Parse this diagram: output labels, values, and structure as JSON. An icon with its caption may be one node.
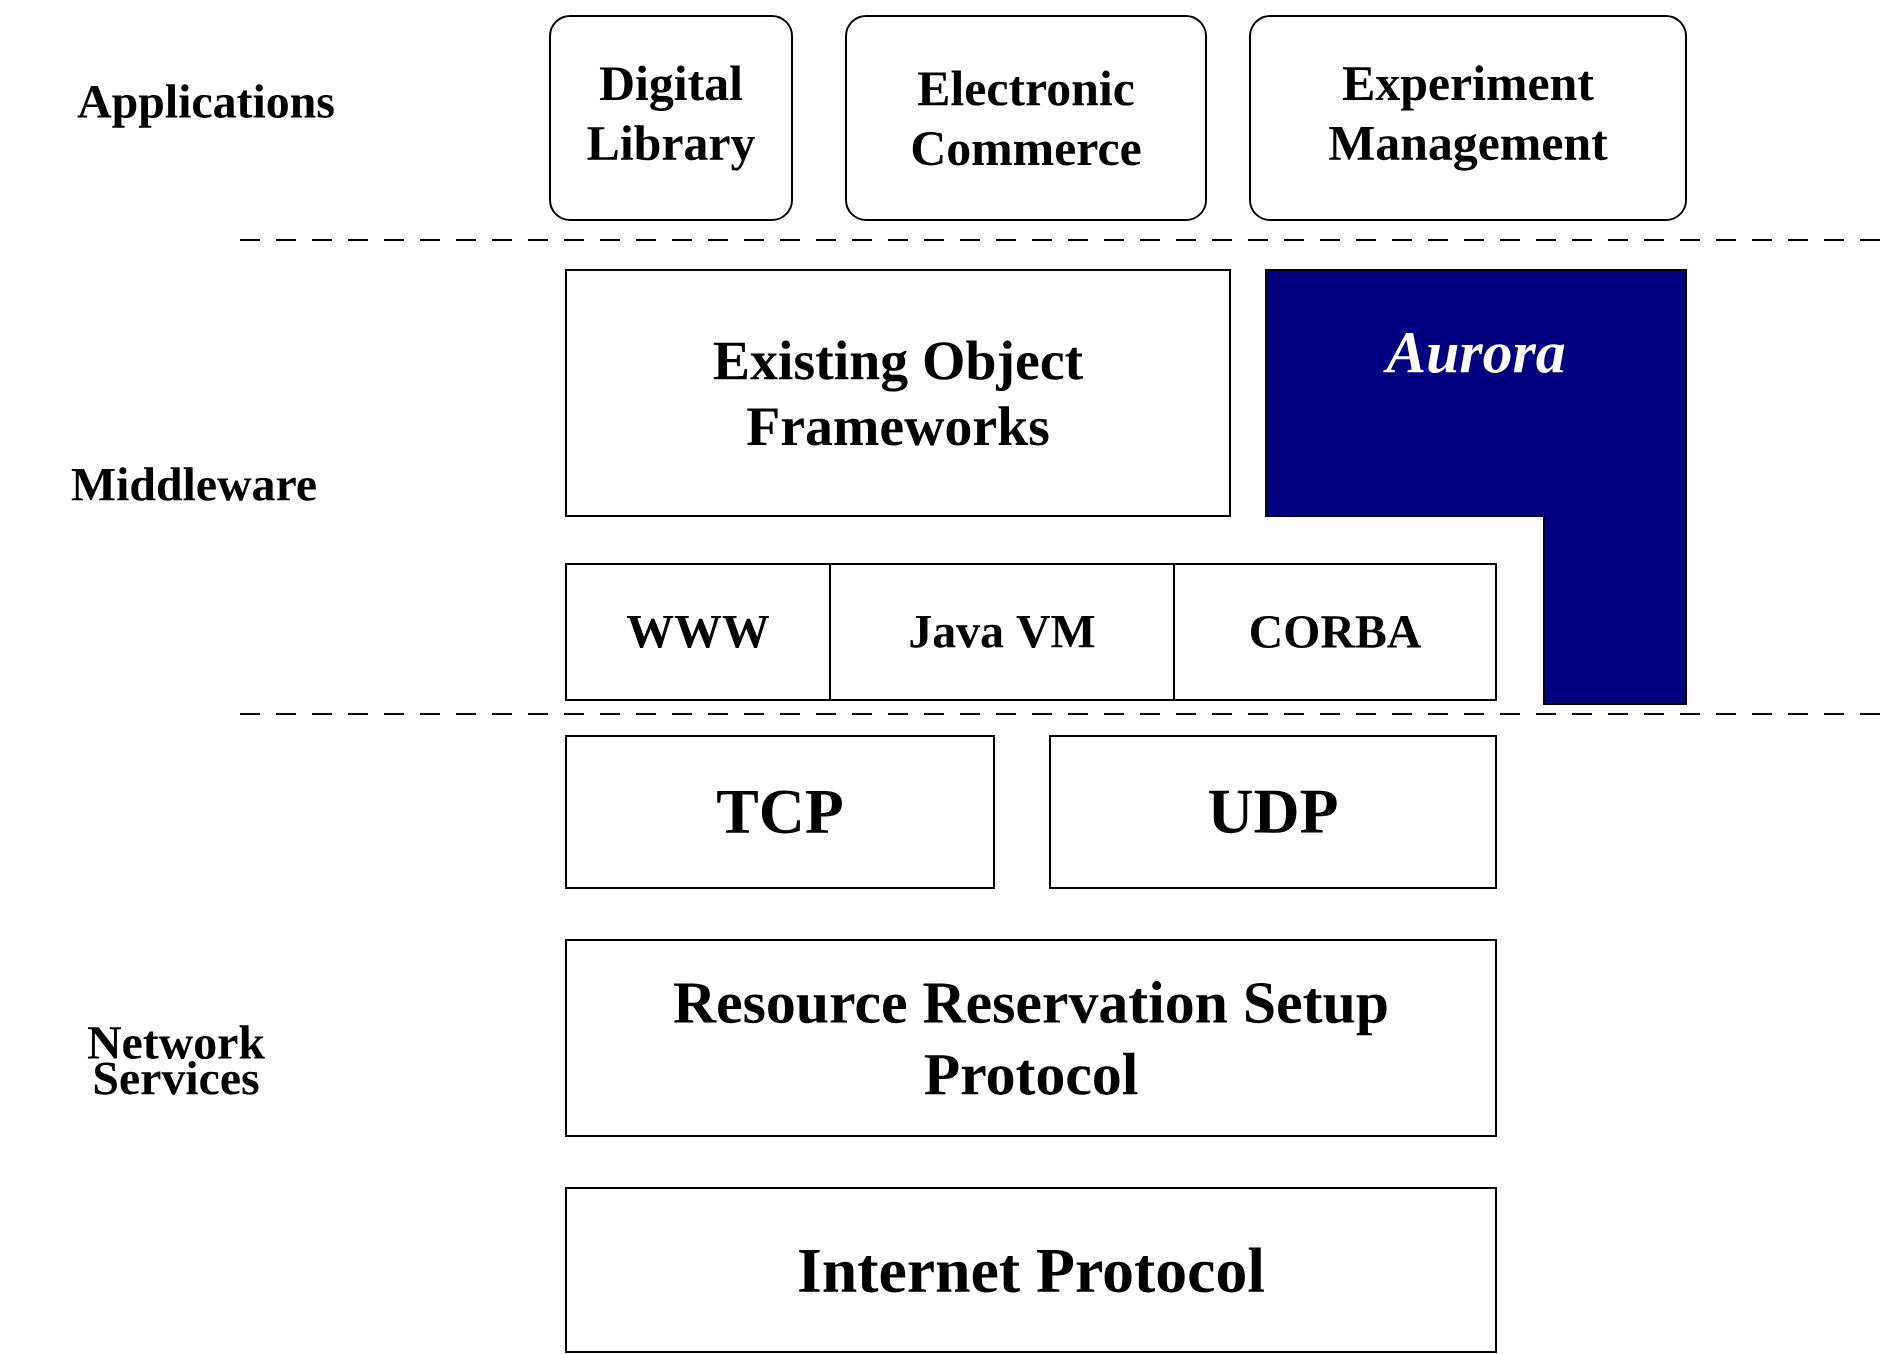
{
  "diagram": {
    "nodes": [
      {
        "text": [
          "Digital Library"
        ]
      },
      {
        "text": [
          "Electronic Commerce"
        ]
      },
      {
        "text": [
          "Experiment Management"
        ]
      },
      {
        "text": [
          "Existing Object Frameworks"
        ]
      },
      {
        "text": [
          "Aurora"
        ]
      },
      {
        "text": [
          "WWW"
        ]
      },
      {
        "text": [
          "Java VM"
        ]
      },
      {
        "text": [
          "CORBA"
        ]
      },
      {
        "text": [
          "TCP"
        ]
      },
      {
        "text": [
          "UDP"
        ]
      },
      {
        "text": [
          "Resource Reservation Setup Protocol"
        ]
      },
      {
        "text": [
          "Internet Protocol"
        ]
      }
    ],
    "labels": [
      "Applications",
      "Middleware",
      "Network Services"
    ]
  }
}
